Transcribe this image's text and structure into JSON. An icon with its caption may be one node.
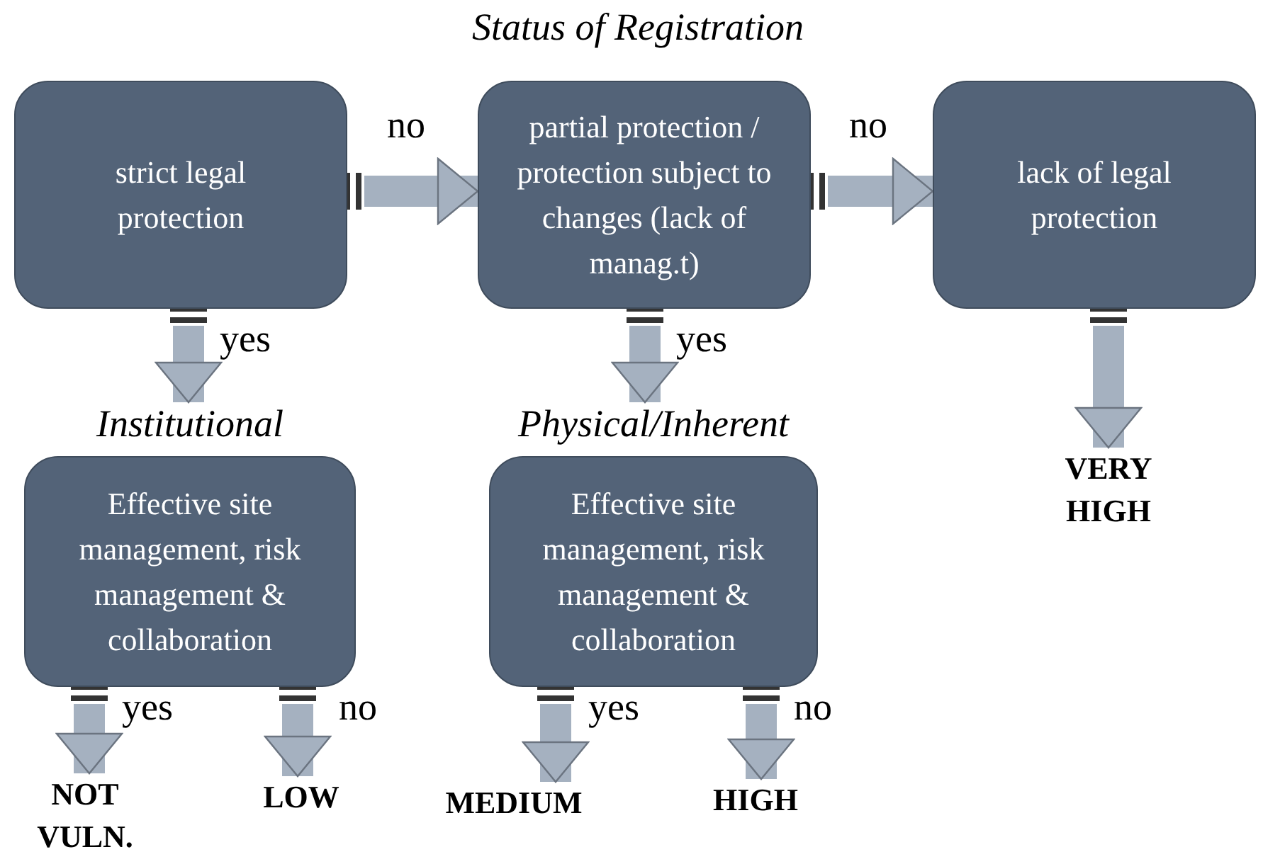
{
  "diagram": {
    "title": "Status of Registration",
    "nodes": [
      {
        "text": [
          "strict legal protection"
        ]
      },
      {
        "text": [
          "partial protection / protection subject to changes (lack of manag.t)"
        ]
      },
      {
        "text": [
          "lack of legal protection"
        ]
      },
      {
        "text": [
          "Institutional",
          "Effective site management, risk management & collaboration"
        ]
      },
      {
        "text": [
          "Physical/Inherent",
          "Effective site management, risk management & collaboration"
        ]
      },
      {
        "text": [
          "VERY HIGH"
        ]
      },
      {
        "text": [
          "NOT VULN."
        ]
      },
      {
        "text": [
          "LOW"
        ]
      },
      {
        "text": [
          "MEDIUM"
        ]
      },
      {
        "text": [
          "HIGH"
        ]
      }
    ],
    "edges": [
      {
        "from": 0,
        "to": 1,
        "arrow": "to",
        "label": "no"
      },
      {
        "from": 1,
        "to": 2,
        "arrow": "to",
        "label": "no"
      },
      {
        "from": 0,
        "to": 3,
        "arrow": "to",
        "label": "yes"
      },
      {
        "from": 1,
        "to": 4,
        "arrow": "to",
        "label": "yes"
      },
      {
        "from": 2,
        "to": 5,
        "arrow": "to"
      },
      {
        "from": 3,
        "to": 6,
        "arrow": "to",
        "label": "yes"
      },
      {
        "from": 3,
        "to": 7,
        "arrow": "to",
        "label": "no"
      },
      {
        "from": 4,
        "to": 8,
        "arrow": "to",
        "label": "yes"
      },
      {
        "from": 4,
        "to": 9,
        "arrow": "to",
        "label": "no"
      }
    ]
  }
}
